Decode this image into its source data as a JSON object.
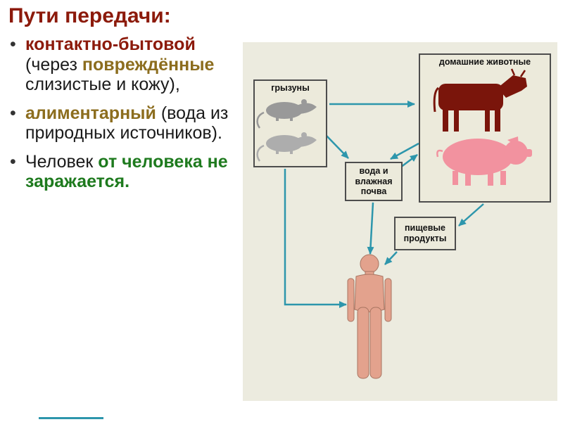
{
  "colors": {
    "title_dark_red": "#8C1A0B",
    "olive_brown": "#8C6D1E",
    "green": "#1E7A1E",
    "arrow_teal": "#2D96AC",
    "panel_background": "#ECEBDF",
    "cow": "#7A150B",
    "pig": "#F2929F",
    "rat_dark": "#999999",
    "rat_light": "#ADADAD",
    "human_skin": "#E3A28D"
  },
  "slide": {
    "title": "Пути передачи:",
    "bullets": [
      {
        "segments": [
          {
            "text": "контактно-бытовой",
            "style": "dark-red bold"
          },
          {
            "text": " (через ",
            "style": "plain"
          },
          {
            "text": "повреждённые",
            "style": "olive bold"
          },
          {
            "text": " слизистые и кожу),",
            "style": "plain"
          }
        ]
      },
      {
        "segments": [
          {
            "text": "алиментарный",
            "style": "olive bold"
          },
          {
            "text": " (вода из природных источников).",
            "style": "plain"
          }
        ]
      },
      {
        "segments": [
          {
            "text": "Человек ",
            "style": "plain"
          },
          {
            "text": "от человека не заражается.",
            "style": "green bold"
          }
        ]
      }
    ]
  },
  "diagram": {
    "boxes": {
      "rodents": "грызуны",
      "domestic": "домашние животные",
      "water": "вода и влажная почва",
      "food": "пищевые продукты"
    },
    "figures": [
      "rat-icon",
      "rat-icon",
      "cow-icon",
      "pig-icon",
      "human-icon"
    ]
  }
}
